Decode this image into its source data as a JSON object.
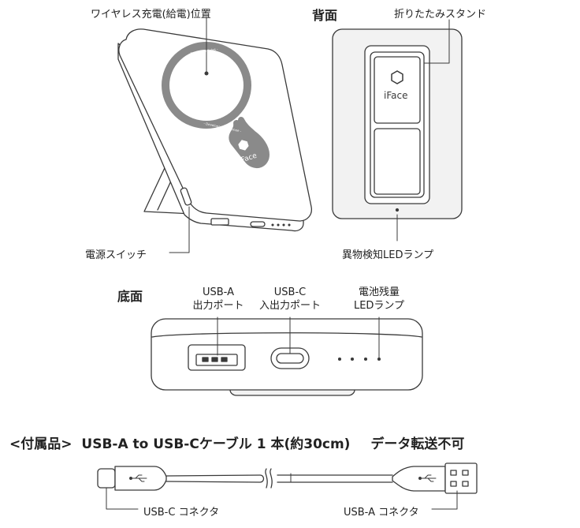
{
  "labels": {
    "wireless_position": "ワイヤレス充電(給電)位置",
    "back": "背面",
    "folding_stand": "折りたたみスタンド",
    "power_switch": "電源スイッチ",
    "foreign_object_led": "異物検知LEDランプ",
    "bottom": "底面",
    "usb_a_line1": "USB-A",
    "usb_a_line2": "出力ポート",
    "usb_c_line1": "USB-C",
    "usb_c_line2": "入出力ポート",
    "battery_line1": "電池残量",
    "battery_line2": "LEDランプ",
    "usb_c_connector": "USB-C コネクタ",
    "usb_a_connector": "USB-A コネクタ"
  },
  "brand": {
    "name": "iFace",
    "ring_top_text": "- By Hamee Sales -",
    "ring_bottom_text": "- Developed by Hamee -"
  },
  "accessory": {
    "prefix": "<付属品>",
    "cable": "USB-A to USB-Cケーブル 1 本(約30cm)",
    "note": "データ転送不可"
  },
  "colors": {
    "line": "#3a3a3a",
    "device_fill": "#ffffff",
    "ring": "#8a8a8a",
    "panel": "#f2f2f2"
  }
}
